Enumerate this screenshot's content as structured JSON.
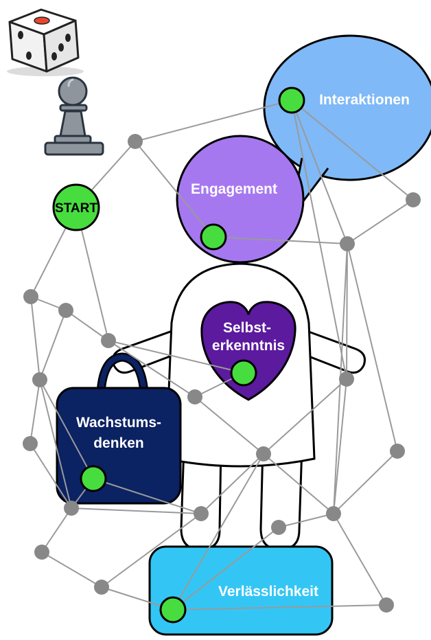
{
  "start": {
    "label": "START"
  },
  "nodes": {
    "interaktionen": "Interaktionen",
    "engagement": "Engagement",
    "selbsterkenntnis_line1": "Selbst-",
    "selbsterkenntnis_line2": "erkenntnis",
    "wachstumsdenken_line1": "Wachstums-",
    "wachstumsdenken_line2": "denken",
    "verlaesslichkeit": "Verlässlichkeit"
  },
  "icons": {
    "dice": "dice-icon",
    "pawn": "pawn-icon"
  },
  "colors": {
    "speech_bubble": "#7fb9f7",
    "engagement_circle": "#a678f0",
    "heart": "#5c1a9e",
    "suitcase": "#0b2263",
    "platform": "#33c6f5",
    "green_dot": "#48dd3f",
    "gray_dot": "#888888",
    "edge": "#9a9a9a"
  }
}
